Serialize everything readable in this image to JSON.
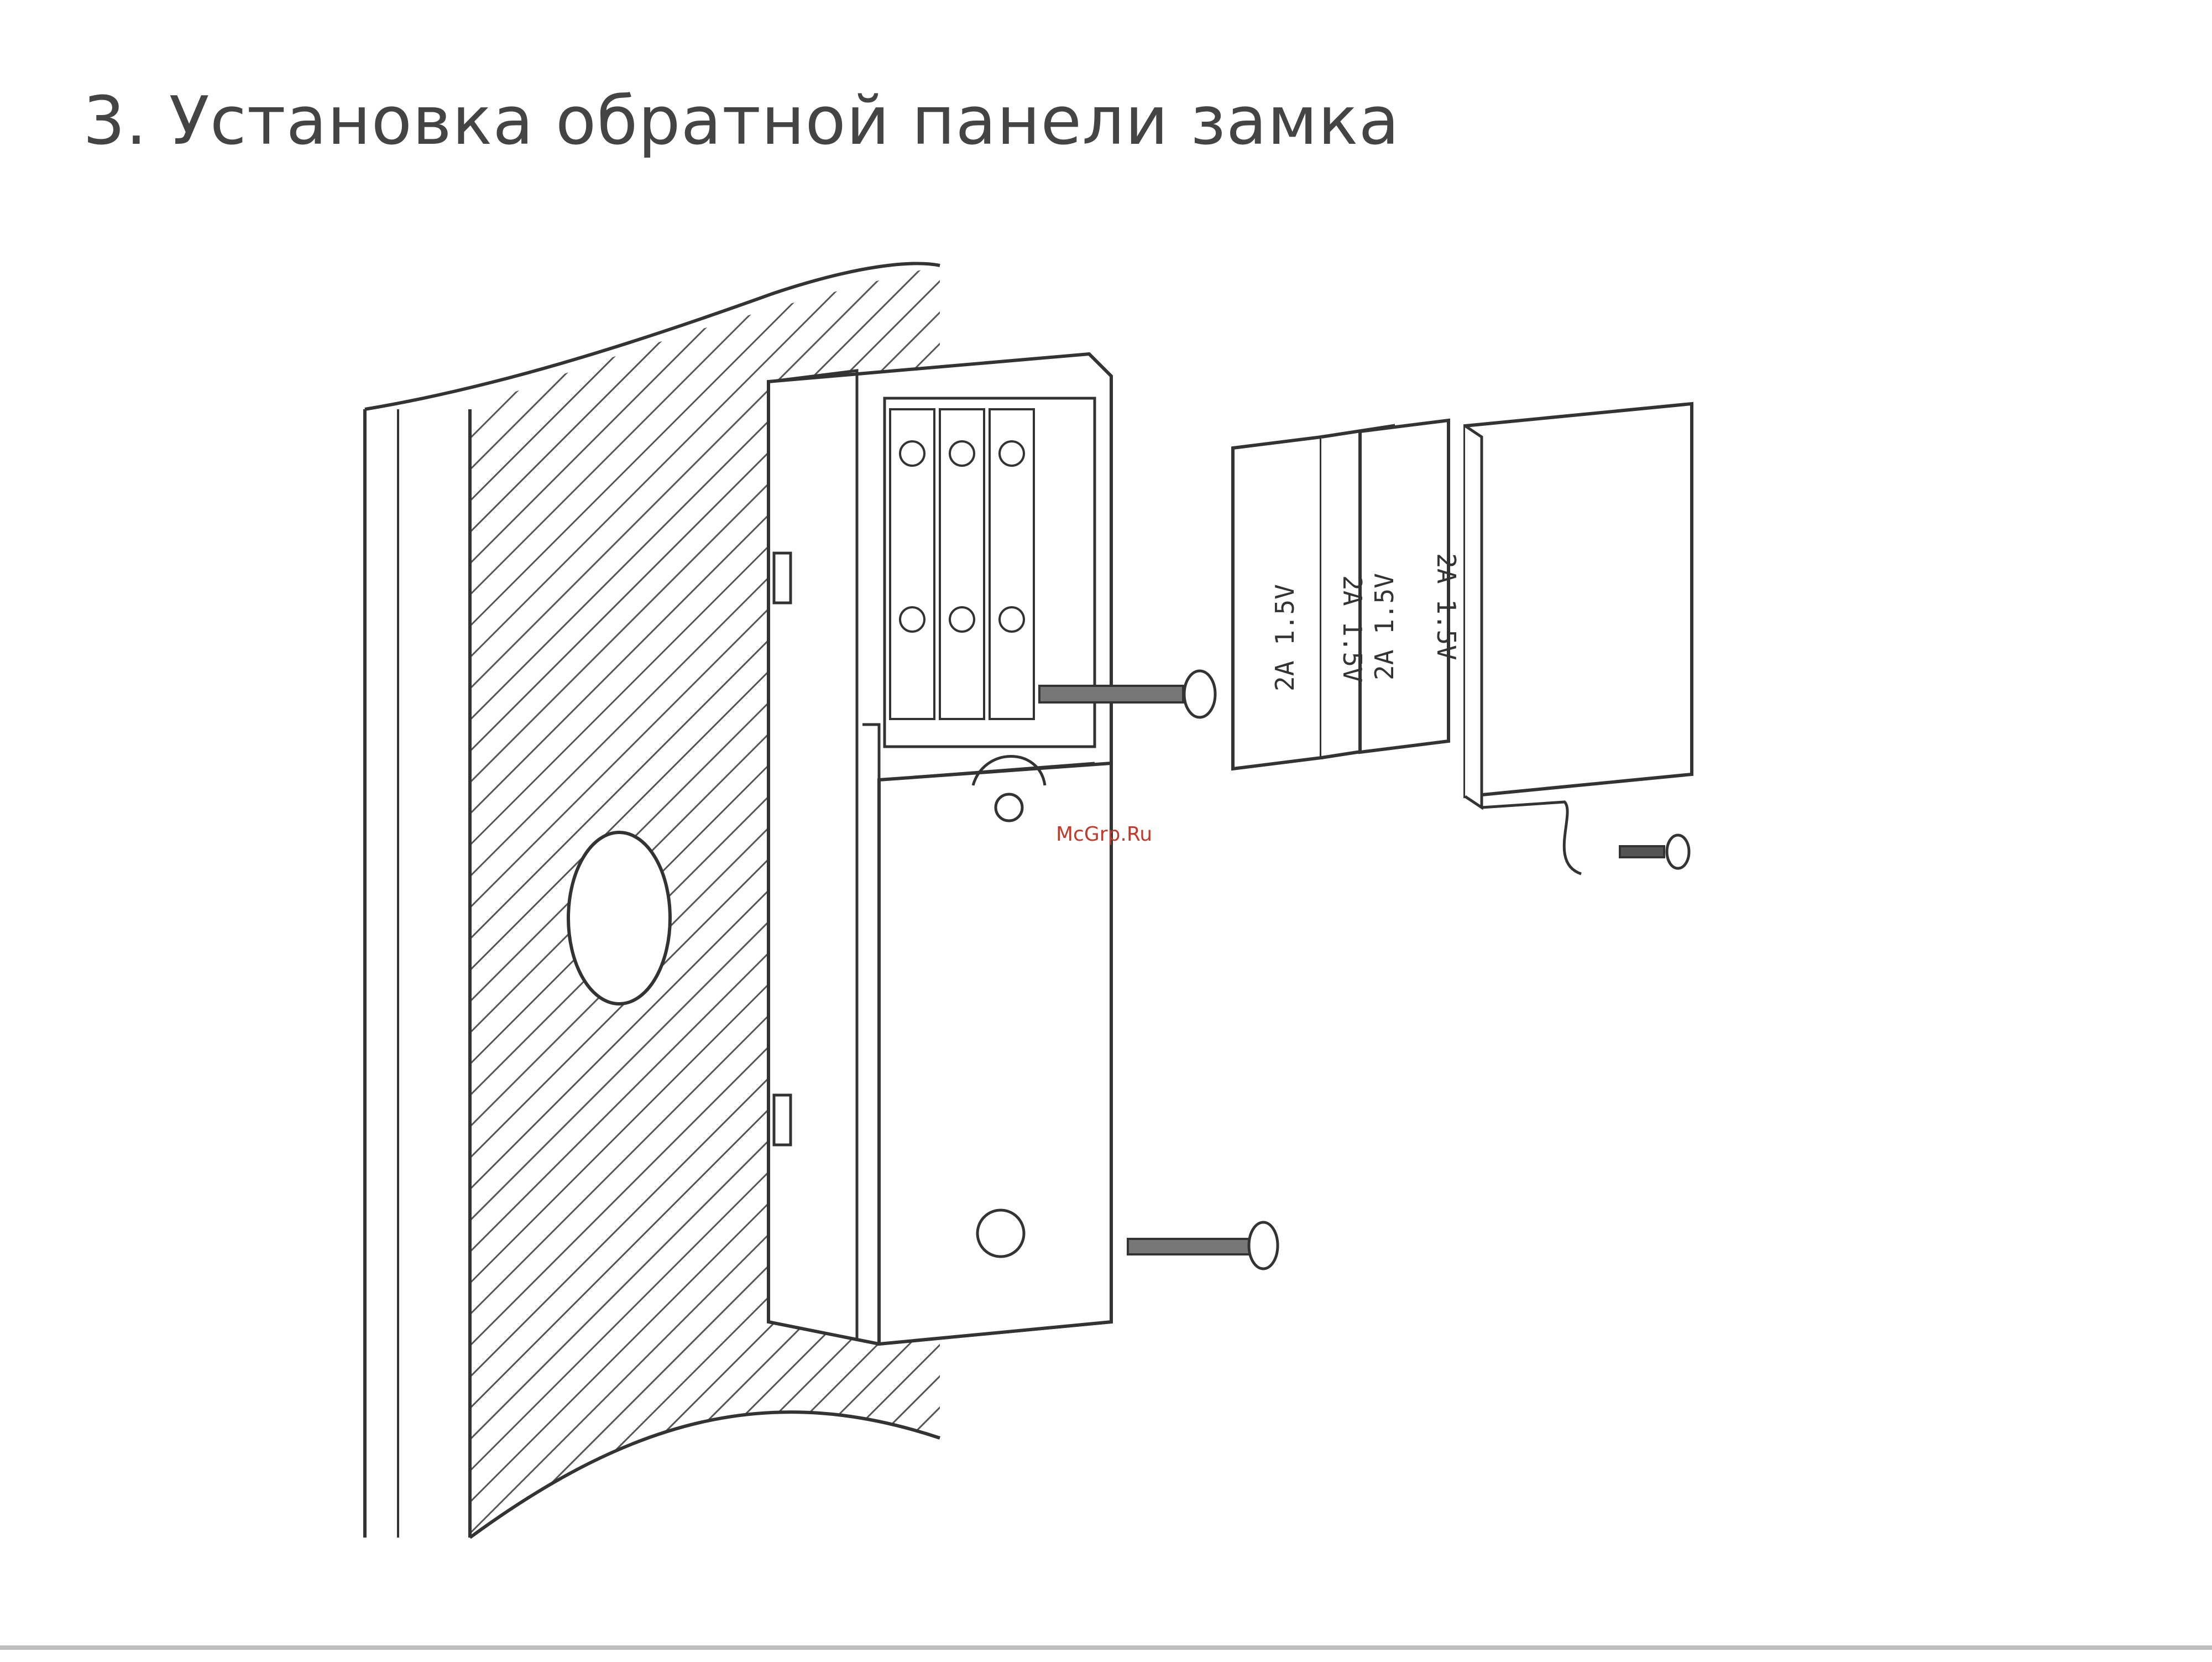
{
  "heading": "3. Установка обратной панели замка",
  "watermark": "McGrp.Ru",
  "battery_labels": [
    "2A 1.5V",
    "2A 1.5V",
    "2A 1.5V",
    "2A 1.5V"
  ],
  "colors": {
    "line": "#333333",
    "hatch": "#555555",
    "heading": "#444444",
    "watermark": "#c0392b"
  }
}
